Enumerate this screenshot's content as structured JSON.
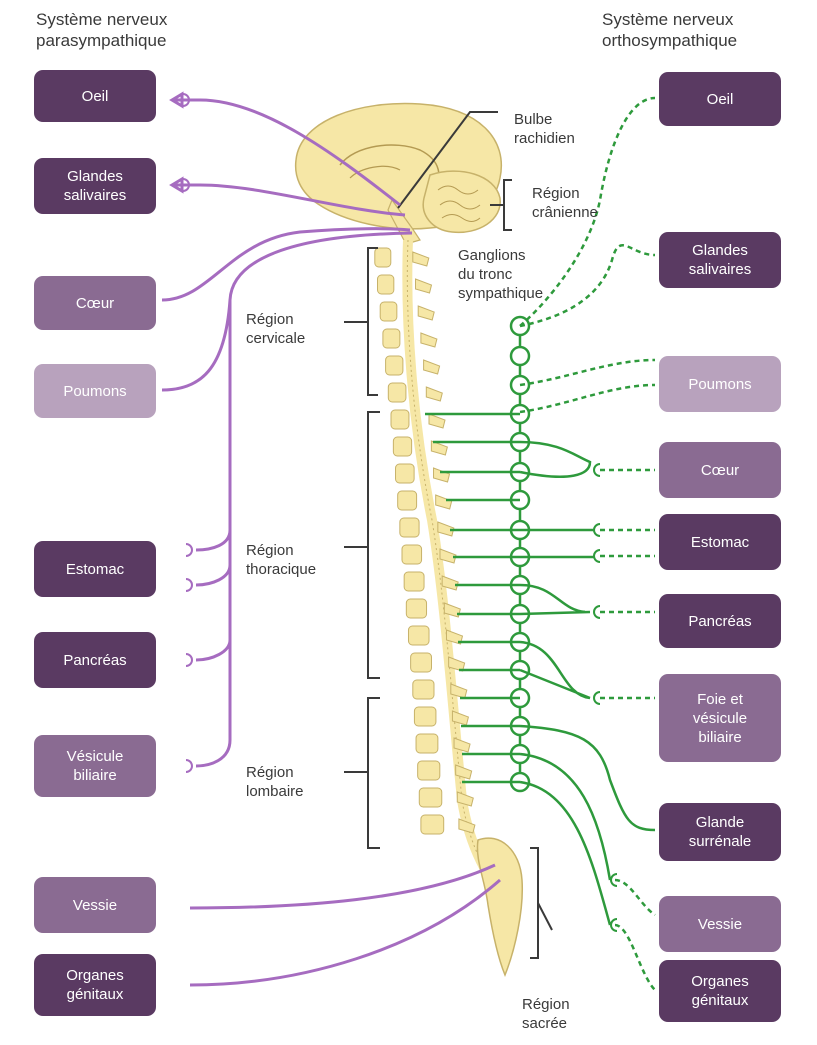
{
  "headers": {
    "parasympathique": "Système nerveux\nparasympathique",
    "orthosympathique": "Système nerveux\northosympathique"
  },
  "left_organs": [
    {
      "label": "Oeil",
      "shade": "dark"
    },
    {
      "label": "Glandes\nsalivaires",
      "shade": "dark"
    },
    {
      "label": "Cœur",
      "shade": "mid"
    },
    {
      "label": "Poumons",
      "shade": "light"
    },
    {
      "label": "Estomac",
      "shade": "dark"
    },
    {
      "label": "Pancréas",
      "shade": "dark"
    },
    {
      "label": "Vésicule\nbiliaire",
      "shade": "mid"
    },
    {
      "label": "Vessie",
      "shade": "mid"
    },
    {
      "label": "Organes\ngénitaux",
      "shade": "dark"
    }
  ],
  "right_organs": [
    {
      "label": "Oeil",
      "shade": "dark"
    },
    {
      "label": "Glandes\nsalivaires",
      "shade": "dark"
    },
    {
      "label": "Poumons",
      "shade": "light"
    },
    {
      "label": "Cœur",
      "shade": "mid"
    },
    {
      "label": "Estomac",
      "shade": "dark"
    },
    {
      "label": "Pancréas",
      "shade": "dark"
    },
    {
      "label": "Foie et\nvésicule\nbiliaire",
      "shade": "mid"
    },
    {
      "label": "Glande\nsurrénale",
      "shade": "dark"
    },
    {
      "label": "Vessie",
      "shade": "mid"
    },
    {
      "label": "Organes\ngénitaux",
      "shade": "dark"
    }
  ],
  "labels": {
    "bulbe": "Bulbe\nrachidien",
    "cranienne": "Région\ncrânienne",
    "ganglions": "Ganglions\ndu tronc\nsympathique",
    "cervicale": "Région\ncervicale",
    "thoracique": "Région\nthoracique",
    "lombaire": "Région\nlombaire",
    "sacree": "Région\nsacrée"
  },
  "colors": {
    "parasympathetic": "#a66cc0",
    "sympathetic": "#2e9a3c",
    "bone": "#f6e7a6",
    "bone_outline": "#c7b26a"
  }
}
